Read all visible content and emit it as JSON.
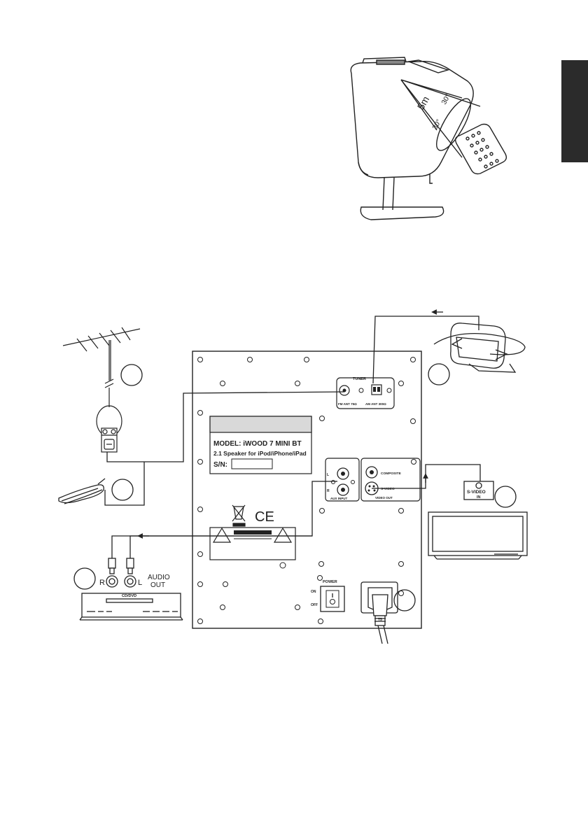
{
  "remote_figure": {
    "range_label": "5m",
    "angle_left": "30°",
    "angle_right": "30°"
  },
  "panel": {
    "tuner_label": "TUNER",
    "fm_ant": "FM ANT 75Ω",
    "am_ant": "AM ANT 300Ω",
    "model_line": "MODEL: iWOOD 7 MINI BT",
    "description_line": "2.1 Speaker for iPod/iPhone/iPad",
    "serial_label": "S/N:",
    "aux_l": "L",
    "aux_r": "R",
    "aux_input": "AUX INPUT",
    "composite": "COMPOSITE",
    "s_video": "S-VIDEO",
    "video_out": "VIDEO OUT",
    "ce_mark": "CE",
    "power_label": "POWER",
    "on_label": "ON",
    "off_label": "OFF",
    "mains_label": "T5"
  },
  "devices": {
    "audio_out_r": "R",
    "audio_out_l": "L",
    "audio_out_line1": "AUDIO",
    "audio_out_line2": "OUT",
    "player_label": "CD/DVD",
    "tv_svideo_line1": "S-VIDEO",
    "tv_svideo_line2": "IN"
  },
  "colors": {
    "line": "#222222",
    "side_tab": "#2b2b2b",
    "label_header": "#d9d9d9"
  }
}
